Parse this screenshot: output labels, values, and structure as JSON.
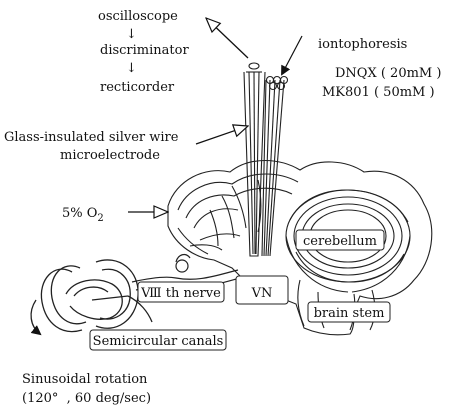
{
  "chain": {
    "oscilloscope": "oscilloscope",
    "arrow1": "↓",
    "discriminator": "discriminator",
    "arrow2": "↓",
    "recticorder": "recticorder"
  },
  "iontophoresis": {
    "title": "iontophoresis",
    "drug1": "DNQX ( 20mM )",
    "drug2": "MK801 ( 50mM )"
  },
  "electrode": {
    "line1": "Glass-insulated silver wire",
    "line2": "microelectrode"
  },
  "oxygen": "5% O",
  "oxygen_sub": "2",
  "cerebellum": "cerebellum",
  "nerve": "Ⅷ th nerve",
  "vn": "VN",
  "brainstem": "brain stem",
  "canals": "Semicircular canals",
  "rotation": {
    "line1": "Sinusoidal rotation",
    "line2": "(120°  , 60 deg/sec)"
  }
}
